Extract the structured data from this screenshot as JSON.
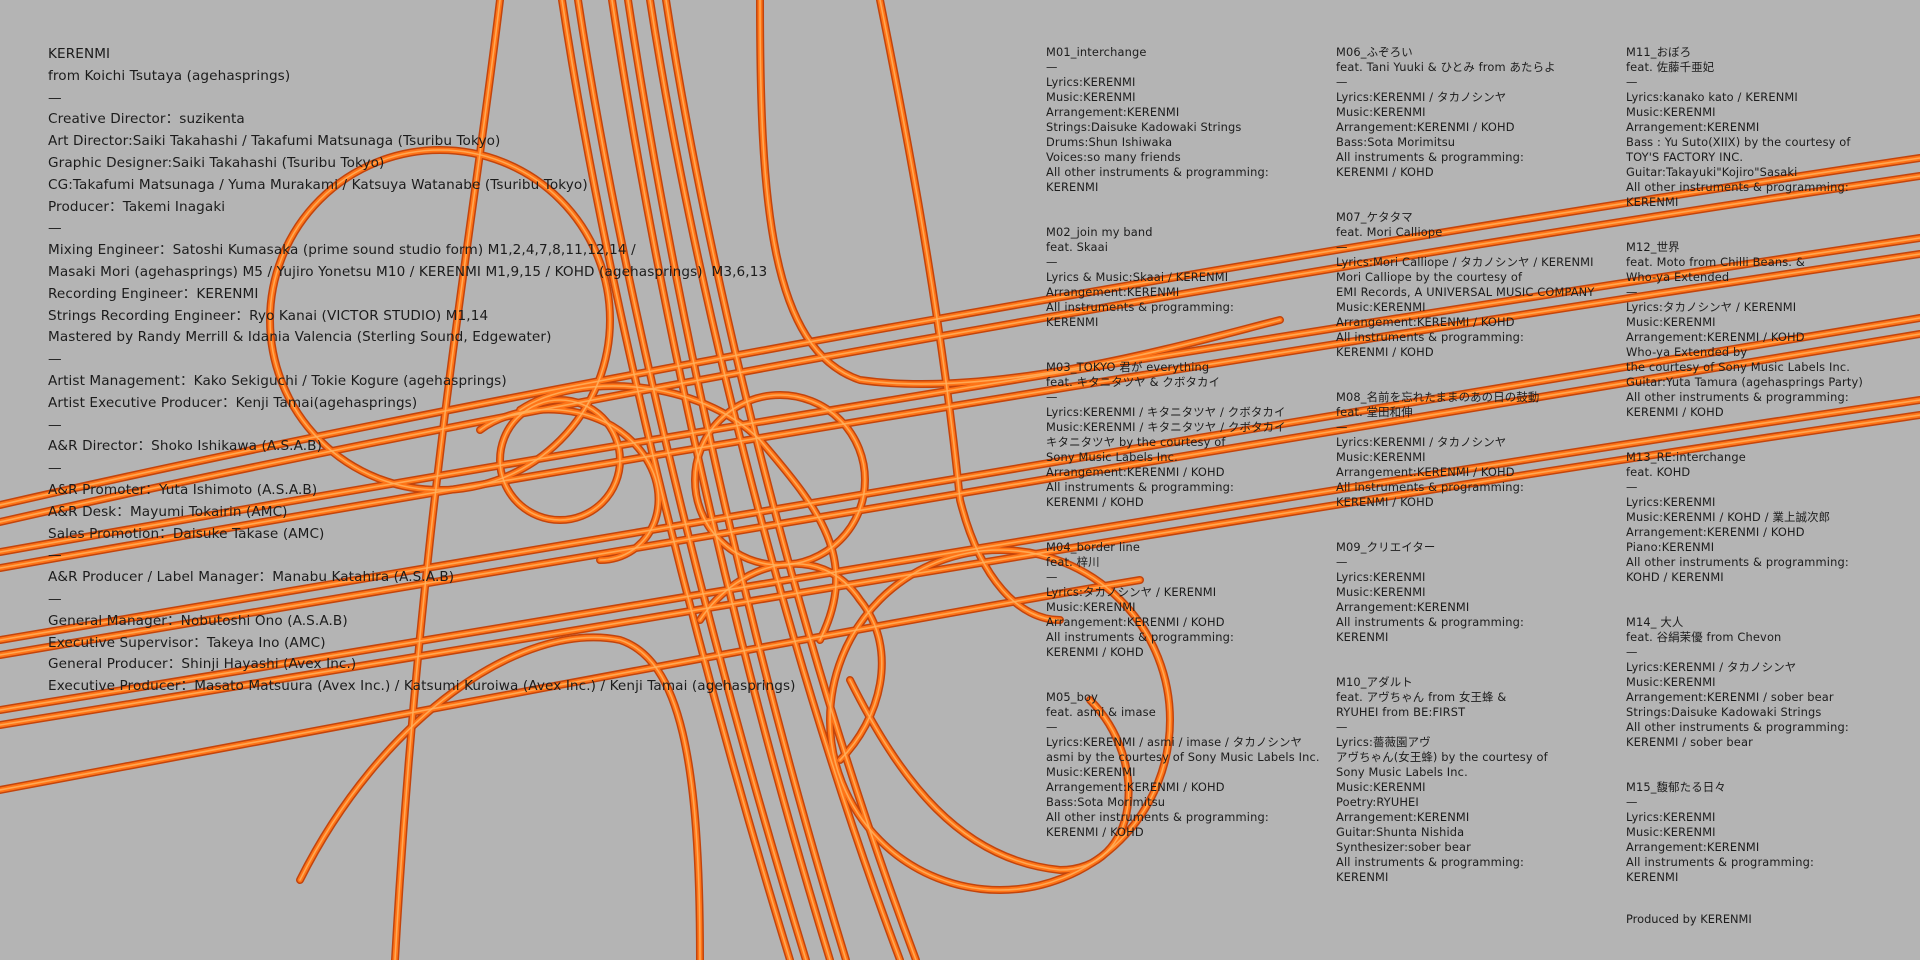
{
  "colors": {
    "background": "#b4b4b4",
    "text": "#1c1c1c",
    "wire_dark": "#c2440c",
    "wire_main": "#ff7417",
    "wire_highlight": "#ffb15e"
  },
  "credits_left": [
    "KERENMI",
    "from Koichi Tsutaya (agehasprings)",
    "—",
    "Creative Director：suzikenta",
    "Art Director:Saiki Takahashi / Takafumi Matsunaga (Tsuribu Tokyo)",
    "Graphic Designer:Saiki Takahashi (Tsuribu Tokyo)",
    "CG:Takafumi Matsunaga / Yuma Murakami / Katsuya Watanabe (Tsuribu Tokyo)",
    "Producer：Takemi Inagaki",
    "—",
    "Mixing Engineer：Satoshi Kumasaka (prime sound studio form) M1,2,4,7,8,11,12,14 /",
    "Masaki Mori (agehasprings) M5 / Yujiro Yonetsu M10 / KERENMI M1,9,15 / KOHD (agehasprings)  M3,6,13",
    "Recording Engineer：KERENMI",
    "Strings Recording Engineer：Ryo Kanai (VICTOR STUDIO) M1,14",
    "Mastered by Randy Merrill & Idania Valencia (Sterling Sound, Edgewater)",
    "—",
    "Artist Management：Kako Sekiguchi / Tokie Kogure (agehasprings)",
    "Artist Executive Producer：Kenji Tamai(agehasprings)",
    "—",
    "A&R Director：Shoko Ishikawa (A.S.A.B)",
    "—",
    "A&R Promoter：Yuta Ishimoto (A.S.A.B)",
    "A&R Desk：Mayumi Tokairin (AMC)",
    "Sales Promotion：Daisuke Takase (AMC)",
    "—",
    "A&R Producer / Label Manager：Manabu Katahira (A.S.A.B)",
    "—",
    "General Manager：Nobutoshi Ono (A.S.A.B)",
    "Executive Supervisor：Takeya Ino (AMC)",
    "General Producer：Shinji Hayashi (Avex Inc.)",
    "Executive Producer：Masato Matsuura (Avex Inc.) / Katsumi Kuroiwa (Avex Inc.) / Kenji Tamai (agehasprings)"
  ],
  "track_columns": [
    [
      [
        "M01_interchange",
        "—",
        "Lyrics:KERENMI",
        "Music:KERENMI",
        "Arrangement:KERENMI",
        "Strings:Daisuke Kadowaki Strings",
        "Drums:Shun Ishiwaka",
        "Voices:so many friends",
        "All other instruments & programming:",
        "KERENMI"
      ],
      [
        "M02_join my band",
        "feat. Skaai",
        "—",
        "Lyrics & Music:Skaai / KERENMI",
        "Arrangement:KERENMI",
        "All instruments & programming:",
        "KERENMI"
      ],
      [
        "M03_TOKYO 君が everything",
        "feat. キタニタツヤ & クボタカイ",
        "—",
        "Lyrics:KERENMI / キタニタツヤ / クボタカイ",
        "Music:KERENMI / キタニタツヤ / クボタカイ",
        "キタニタツヤ by the courtesy of",
        "Sony Music Labels Inc.",
        "Arrangement:KERENMI / KOHD",
        "All instruments & programming:",
        "KERENMI / KOHD"
      ],
      [
        "M04_border line",
        "feat. 梓川",
        "—",
        "Lyrics:タカノシンヤ / KERENMI",
        "Music:KERENMI",
        "Arrangement:KERENMI / KOHD",
        "All instruments & programming:",
        "KERENMI / KOHD"
      ],
      [
        "M05_boy",
        "feat. asmi & imase",
        "—",
        "Lyrics:KERENMI / asmi / imase / タカノシンヤ",
        "asmi by the courtesy of Sony Music Labels Inc.",
        "Music:KERENMI",
        "Arrangement:KERENMI / KOHD",
        "Bass:Sota Morimitsu",
        "All other instruments & programming:",
        "KERENMI / KOHD"
      ]
    ],
    [
      [
        "M06_ふぞろい",
        "feat. Tani Yuuki & ひとみ from あたらよ",
        "—",
        "Lyrics:KERENMI / タカノシンヤ",
        "Music:KERENMI",
        "Arrangement:KERENMI / KOHD",
        "Bass:Sota Morimitsu",
        "All instruments & programming:",
        "KERENMI / KOHD"
      ],
      [
        "M07_ケタタマ",
        "feat. Mori Calliope",
        "—",
        "Lyrics:Mori Calliope / タカノシンヤ / KERENMI",
        "Mori Calliope by the courtesy of",
        "EMI Records, A UNIVERSAL MUSIC COMPANY",
        "Music:KERENMI",
        "Arrangement:KERENMI / KOHD",
        "All instruments & programming:",
        "KERENMI / KOHD"
      ],
      [
        "M08_名前を忘れたままのあの日の鼓動",
        "feat. 堂田和伸",
        "—",
        "Lyrics:KERENMI / タカノシンヤ",
        "Music:KERENMI",
        "Arrangement:KERENMI / KOHD",
        "All instruments & programming:",
        "KERENMI / KOHD"
      ],
      [
        "M09_クリエイター",
        "—",
        "Lyrics:KERENMI",
        "Music:KERENMI",
        "Arrangement:KERENMI",
        "All instruments & programming:",
        "KERENMI"
      ],
      [
        "M10_アダルト",
        "feat. アヴちゃん from 女王蜂 &",
        "RYUHEI from BE:FIRST",
        "—",
        "Lyrics:薔薇園アヴ",
        "アヴちゃん(女王蜂) by the courtesy of",
        "Sony Music Labels Inc.",
        "Music:KERENMI",
        "Poetry:RYUHEI",
        "Arrangement:KERENMI",
        "Guitar:Shunta Nishida",
        "Synthesizer:sober bear",
        "All instruments & programming:",
        "KERENMI"
      ]
    ],
    [
      [
        "M11_おぼろ",
        "feat. 佐藤千亜妃",
        "—",
        "Lyrics:kanako kato / KERENMI",
        "Music:KERENMI",
        "Arrangement:KERENMI",
        "Bass : Yu Suto(XIIX) by the courtesy of",
        "TOY'S FACTORY INC.",
        "Guitar:Takayuki\"Kojiro\"Sasaki",
        "All other instruments & programming:",
        "KERENMI"
      ],
      [
        "M12_世界",
        "feat. Moto from Chilli Beans. &",
        "Who-ya Extended",
        "—",
        "Lyrics:タカノシンヤ / KERENMI",
        "Music:KERENMI",
        "Arrangement:KERENMI / KOHD",
        "Who-ya Extended by",
        "the courtesy of Sony Music Labels Inc.",
        "Guitar:Yuta Tamura (agehasprings Party)",
        "All other instruments & programming:",
        "KERENMI / KOHD"
      ],
      [
        "M13_RE:interchange",
        "feat. KOHD",
        "—",
        "Lyrics:KERENMI",
        "Music:KERENMI / KOHD / 業上誠次郎",
        "Arrangement:KERENMI / KOHD",
        "Piano:KERENMI",
        "All other instruments & programming:",
        "KOHD / KERENMI"
      ],
      [
        "M14_ 大人",
        "feat. 谷絹茉優 from Chevon",
        "—",
        "Lyrics:KERENMI / タカノシンヤ",
        "Music:KERENMI",
        "Arrangement:KERENMI / sober bear",
        "Strings:Daisuke Kadowaki Strings",
        "All other instruments & programming:",
        "KERENMI / sober bear"
      ],
      [
        "M15_馥郁たる日々",
        "—",
        "Lyrics:KERENMI",
        "Music:KERENMI",
        "Arrangement:KERENMI",
        "All instruments & programming:",
        "KERENMI"
      ]
    ]
  ],
  "produced_by": "Produced by KERENMI"
}
